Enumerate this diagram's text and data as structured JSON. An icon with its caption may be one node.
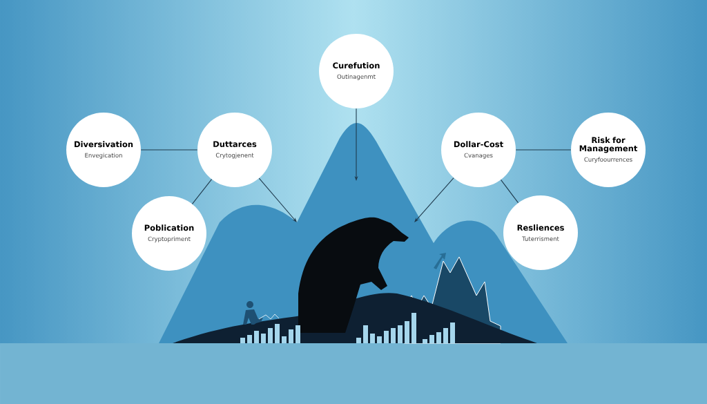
{
  "diagram": {
    "nodes": [
      {
        "text": [
          "Curefution",
          "Outinagenmt"
        ]
      },
      {
        "text": [
          "Diversivation",
          "Envegication"
        ]
      },
      {
        "text": [
          "Duttarces",
          "Crytogjenent"
        ]
      },
      {
        "text": [
          "Dollar-Cost",
          "Cvanages"
        ]
      },
      {
        "text": [
          "Risk for Management",
          "Curyfoourrences"
        ]
      },
      {
        "text": [
          "Poblication",
          "Cryptopriment"
        ]
      },
      {
        "text": [
          "Resliences",
          "Tuterrisment"
        ]
      }
    ],
    "edges": [
      {
        "from": 0,
        "to": null,
        "arrow": "to"
      },
      {
        "from": 1,
        "to": 2,
        "arrow": "none"
      },
      {
        "from": 2,
        "to": 5,
        "arrow": "none"
      },
      {
        "from": 2,
        "to": null,
        "arrow": "to"
      },
      {
        "from": 3,
        "to": null,
        "arrow": "to"
      },
      {
        "from": 3,
        "to": 4,
        "arrow": "none"
      },
      {
        "from": 3,
        "to": 6,
        "arrow": "none"
      }
    ]
  }
}
